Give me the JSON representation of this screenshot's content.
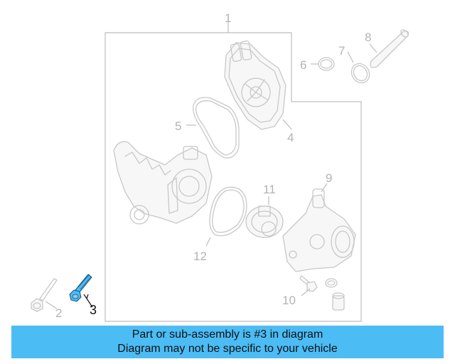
{
  "callouts": {
    "c1": "1",
    "c2": "2",
    "c3": "3",
    "c4": "4",
    "c5": "5",
    "c6": "6",
    "c7": "7",
    "c8": "8",
    "c9": "9",
    "c10": "10",
    "c11": "11",
    "c12": "12"
  },
  "highlighted_part": "3",
  "colors": {
    "highlight": "#4cbcf5",
    "banner": "#4cbcf5",
    "line_art": "#c8c8c8"
  },
  "banner": {
    "line1": "Part or sub-assembly is #3 in diagram",
    "line2": "Diagram may not be specific to your vehicle"
  }
}
